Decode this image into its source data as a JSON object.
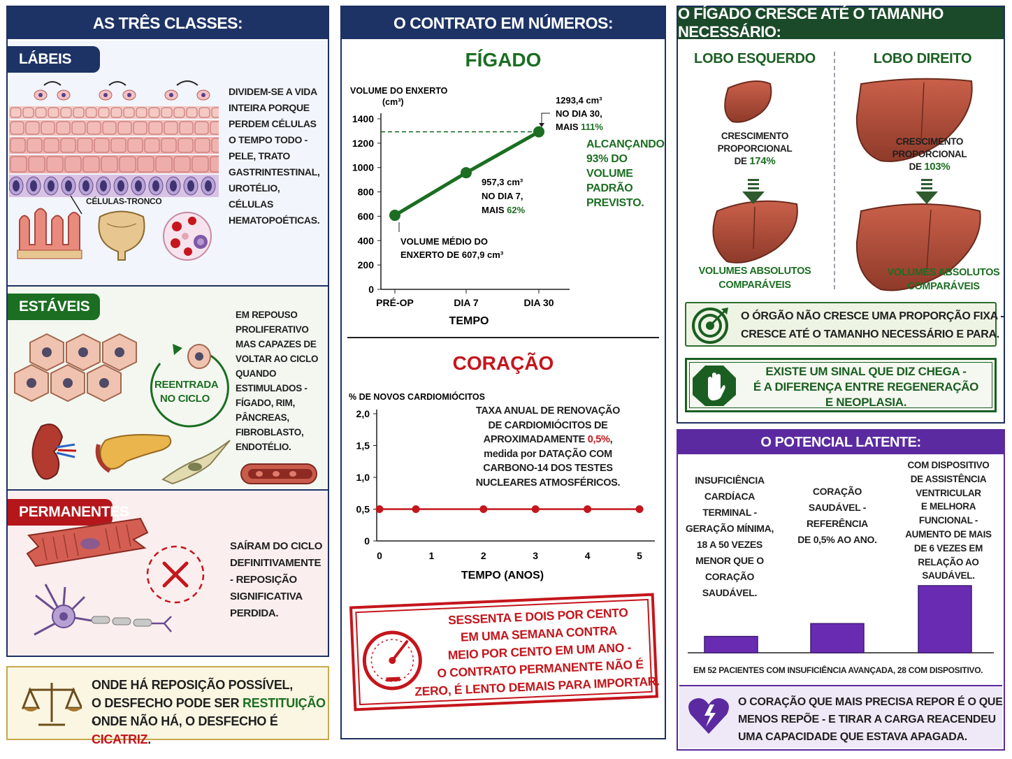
{
  "col1": {
    "title": "AS TRÊS CLASSES:",
    "labile": {
      "pill": "LÁBEIS",
      "desc": "DIVIDEM-SE A VIDA INTEIRA PORQUE PERDEM CÉLULAS O TEMPO TODO - PELE, TRATO GASTRINTESTINAL, UROTÉLIO, CÉLULAS HEMATOPOÉTICAS.",
      "stem_label": "CÉLULAS-TRONCO"
    },
    "stable": {
      "pill": "ESTÁVEIS",
      "desc": "EM REPOUSO PROLIFERATIVO MAS CAPAZES DE VOLTAR AO CICLO QUANDO ESTIMULADOS - FÍGADO, RIM, PÂNCREAS, FIBROBLASTO, ENDOTÉLIO.",
      "reentry_1": "REENTRADA",
      "reentry_2": "NO CICLO"
    },
    "permanent": {
      "pill": "PERMANENTES",
      "desc": "SAÍRAM DO CICLO DEFINITIVAMENTE - REPOSIÇÃO SIGNIFICATIVA PERDIDA."
    },
    "footer": {
      "line1": "ONDE HÁ REPOSIÇÃO POSSÍVEL,",
      "line2_a": "O DESFECHO PODE SER ",
      "line2_b": "RESTITUIÇÃO",
      "line2_c": " -",
      "line3_a": "ONDE NÃO HÁ, O DESFECHO É ",
      "line3_b": "CICATRIZ",
      "line3_c": "."
    },
    "colors": {
      "navy": "#1d3366",
      "green": "#1b6e22",
      "red": "#c4161c"
    }
  },
  "col2": {
    "title": "O CONTRATO EM NÚMEROS:",
    "liver_title": "FÍGADO",
    "heart_title": "CORAÇÃO",
    "liver_note": [
      "ALCANÇANDO",
      "93% DO",
      "VOLUME",
      "PADRÃO",
      "PREVISTO."
    ],
    "heart_note": {
      "l1": "TAXA ANUAL DE RENOVAÇÃO",
      "l2": "DE CARDIOMIÓCITOS DE",
      "l3_a": "APROXIMADAMENTE ",
      "l3_b": "0,5%",
      "l3_c": ",",
      "l4": "medida por DATAÇÃO COM",
      "l5": "CARBONO-14 DOS TESTES",
      "l6": "NUCLEARES ATMOSFÉRICOS."
    },
    "stamp": [
      "SESSENTA E DOIS POR CENTO",
      "EM UMA SEMANA CONTRA",
      "MEIO POR CENTO EM UM ANO -",
      "O CONTRATO PERMANENTE NÃO É",
      "ZERO, É LENTO DEMAIS PARA IMPORTAR."
    ]
  },
  "chart_data": [
    {
      "type": "line",
      "title": "FÍGADO",
      "ylabel": "VOLUME DO ENXERTO (cm³)",
      "xlabel": "TEMPO",
      "categories": [
        "PRÉ-OP",
        "DIA 7",
        "DIA 30"
      ],
      "values": [
        607.9,
        957.3,
        1293.4
      ],
      "ylim": [
        0,
        1400
      ],
      "yticks": [
        "0",
        "200",
        "400",
        "600",
        "800",
        "1000",
        "1200",
        "1400"
      ],
      "ylabel_l1": "VOLUME DO ENXERTO",
      "ylabel_l2": "(cm³)",
      "reference_line": 1293.4,
      "annotations": {
        "a0_l1": "VOLUME MÉDIO DO",
        "a0_l2": "ENXERTO DE 607,9 cm³",
        "a1_l1": "957,3 cm³",
        "a1_l2": "NO DIA 7,",
        "a1_l3a": "MAIS ",
        "a1_l3b": "62%",
        "a2_l1": "1293,4 cm³",
        "a2_l2": "NO DIA 30,",
        "a2_l3a": "MAIS ",
        "a2_l3b": "111%"
      },
      "color": "#1b6e22"
    },
    {
      "type": "line",
      "title": "CORAÇÃO",
      "ylabel": "% DE NOVOS CARDIOMIÓCITOS",
      "xlabel": "TEMPO (ANOS)",
      "x": [
        0,
        0.7,
        2,
        3,
        4,
        5
      ],
      "values": [
        0.5,
        0.5,
        0.5,
        0.5,
        0.5,
        0.5
      ],
      "xticks": [
        "0",
        "1",
        "2",
        "3",
        "4",
        "5"
      ],
      "yticks": [
        "0",
        "0,5",
        "1,0",
        "1,5",
        "2,0"
      ],
      "ylim": [
        0,
        2.0
      ],
      "xlim": [
        0,
        5
      ],
      "color": "#c4161c"
    },
    {
      "type": "bar",
      "title": "O POTENCIAL LATENTE:",
      "categories": [
        "INSUFICIÊNCIA CARDÍACA TERMINAL",
        "CORAÇÃO SAUDÁVEL",
        "COM DISPOSITIVO DE ASSISTÊNCIA VENTRICULAR"
      ],
      "values": [
        0.28,
        0.5,
        1.15
      ],
      "unit": "% ao ano (estimado)",
      "color": "#6a2bb3"
    }
  ],
  "col3": {
    "title": "O FÍGADO CRESCE ATÉ O TAMANHO NECESSÁRIO:",
    "left_lobe": "LOBO ESQUERDO",
    "right_lobe": "LOBO DIREITO",
    "left_growth": [
      "CRESCIMENTO",
      "PROPORCIONAL",
      "DE "
    ],
    "left_pct": "174%",
    "right_growth": [
      "CRESCIMENTO",
      "PROPORCIONAL",
      "DE "
    ],
    "right_pct": "103%",
    "left_abs": [
      "VOLUMES ABSOLUTOS",
      "COMPARÁVEIS"
    ],
    "right_abs": [
      "VOLUMES ABSOLUTOS",
      "COMPARÁVEIS"
    ],
    "target_box": [
      "O ÓRGÃO NÃO CRESCE UMA PROPORÇÃO FIXA -",
      "CRESCE ATÉ O TAMANHO NECESSÁRIO E PARA."
    ],
    "stop_box": [
      "EXISTE UM SINAL QUE DIZ CHEGA -",
      "É A DIFERENÇA ENTRE REGENERAÇÃO",
      "E NEOPLASIA."
    ]
  },
  "latent": {
    "title": "O POTENCIAL LATENTE:",
    "bar1": [
      "INSUFICIÊNCIA",
      "CARDÍACA",
      "TERMINAL -",
      "GERAÇÃO MÍNIMA,",
      "18 A 50 VEZES",
      "MENOR QUE O",
      "CORAÇÃO",
      "SAUDÁVEL."
    ],
    "bar2": [
      "CORAÇÃO",
      "SAUDÁVEL -",
      "REFERÊNCIA",
      "DE 0,5% AO ANO."
    ],
    "bar3": [
      "COM DISPOSITIVO",
      "DE ASSISTÊNCIA",
      "VENTRICULAR",
      "E MELHORA",
      "FUNCIONAL -",
      "AUMENTO DE MAIS",
      "DE 6 VEZES EM",
      "RELAÇÃO AO",
      "SAUDÁVEL."
    ],
    "footnote": "EM 52 PACIENTES COM INSUFICIÊNCIA AVANÇADA, 28 COM DISPOSITIVO.",
    "heart_box": [
      "O CORAÇÃO QUE MAIS PRECISA REPOR É O QUE",
      "MENOS REPÕE - E TIRAR A CARGA REACENDEU",
      "UMA CAPACIDADE QUE ESTAVA APAGADA."
    ]
  }
}
